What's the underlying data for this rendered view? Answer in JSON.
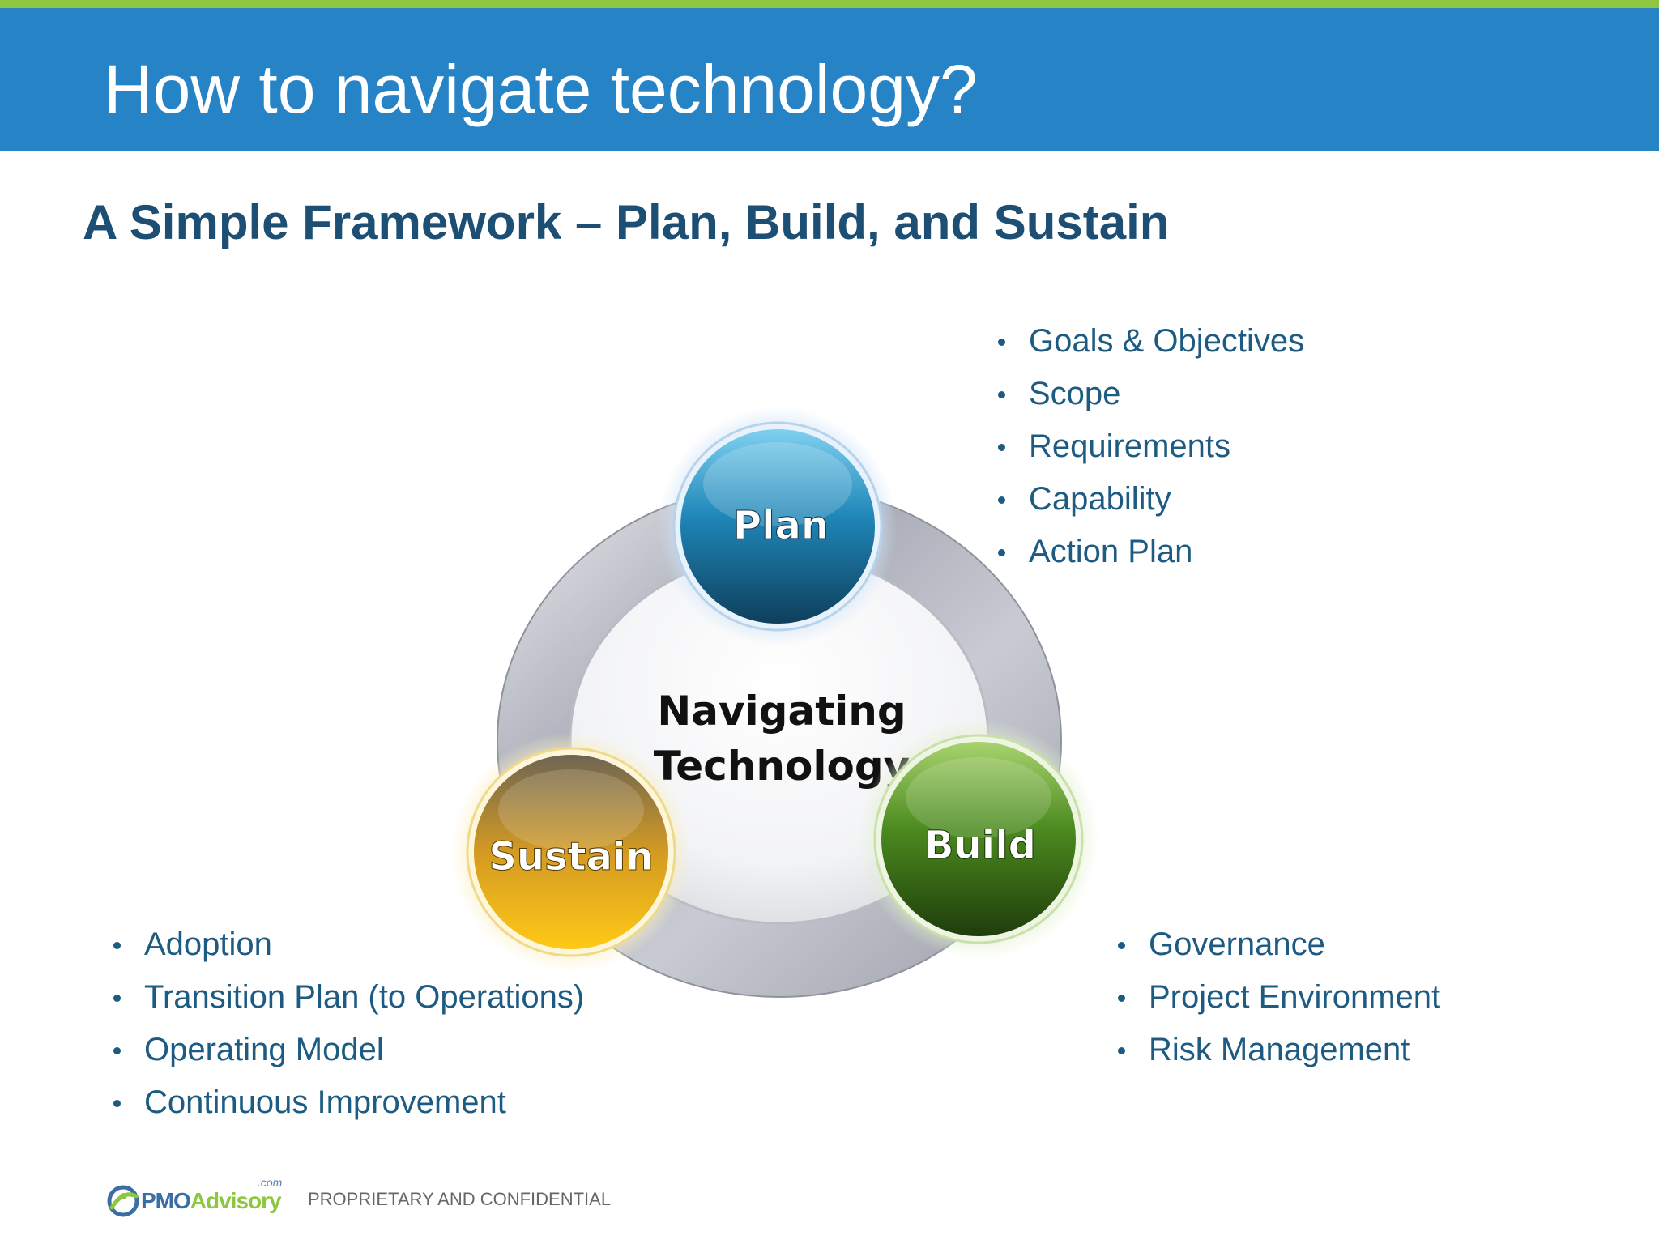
{
  "slide": {
    "title": "How to navigate technology?",
    "subtitle": "A Simple Framework – Plan, Build, and Sustain"
  },
  "diagram": {
    "center_line1": "Navigating",
    "center_line2": "Technology",
    "nodes": {
      "plan": "Plan",
      "build": "Build",
      "sustain": "Sustain"
    }
  },
  "plan_items": [
    "Goals & Objectives",
    "Scope",
    "Requirements",
    "Capability",
    "Action Plan"
  ],
  "sustain_items": [
    "Adoption",
    "Transition Plan (to Operations)",
    "Operating Model",
    "Continuous Improvement"
  ],
  "build_items": [
    "Governance",
    "Project  Environment",
    "Risk Management"
  ],
  "footer": {
    "logo_pmo": "PMO",
    "logo_advisory": "Advisory",
    "logo_com": ".com",
    "confidential": "PROPRIETARY AND CONFIDENTIAL"
  },
  "colors": {
    "title_bar": "#2683c6",
    "top_strip": "#8dc63f",
    "plan": "#1f7fb0",
    "build": "#4a8a1e",
    "sustain": "#e0a516",
    "text": "#1e5b82"
  }
}
